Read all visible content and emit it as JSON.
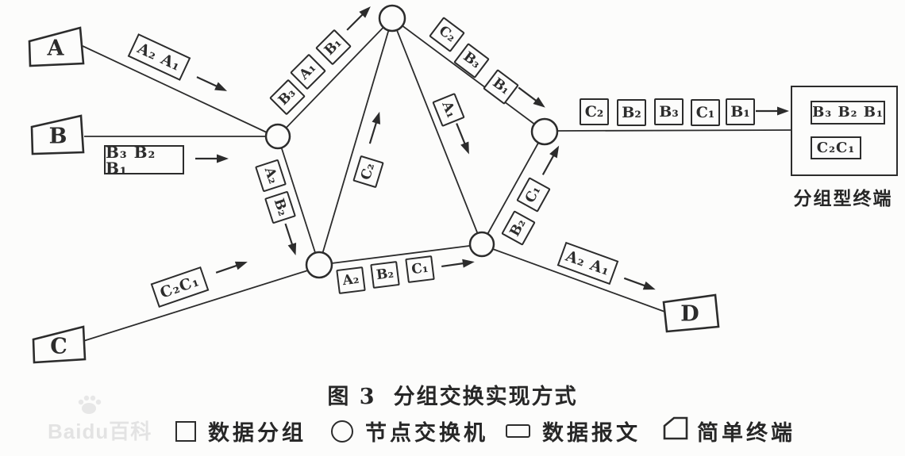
{
  "caption": {
    "figure_no": "图 3",
    "title": "分组交换实现方式"
  },
  "terminals": {
    "a": "A",
    "b": "B",
    "c": "C",
    "d": "D",
    "packet_terminal_label": "分组型终端"
  },
  "messages": {
    "from_a": "A₂ A₁",
    "from_b": "B₃ B₂ B₁",
    "from_c": "C₂C₁",
    "to_d": "A₂ A₁",
    "terminal_reassembled_b": "B₃ B₂ B₁",
    "terminal_reassembled_c": "C₂C₁"
  },
  "packets": {
    "edge_n1_n2": [
      "B₃",
      "A₁",
      "B₁"
    ],
    "edge_n2_n3": [
      "C₂",
      "B₃",
      "B₁"
    ],
    "edge_n2_n5": [
      "A₁"
    ],
    "edge_n1_n4": [
      "A₂",
      "B₂"
    ],
    "edge_n4_n2": [
      "C₂"
    ],
    "edge_n4_n5": [
      "A₂",
      "B₂",
      "C₁"
    ],
    "edge_n5_n3": [
      "B₂",
      "C₁"
    ],
    "to_terminal_row": [
      "C₂",
      "B₂",
      "B₃",
      "C₁",
      "B₁"
    ]
  },
  "legend": [
    {
      "icon": "square-icon",
      "label": "数据分组"
    },
    {
      "icon": "circle-icon",
      "label": "节点交换机"
    },
    {
      "icon": "message-icon",
      "label": "数据报文"
    },
    {
      "icon": "terminal-icon",
      "label": "简单终端"
    }
  ],
  "watermark": "Baidu百科",
  "colors": {
    "ink": "#2c2c2c",
    "background": "#fcfcfb",
    "watermark": "#e3e3e3"
  }
}
